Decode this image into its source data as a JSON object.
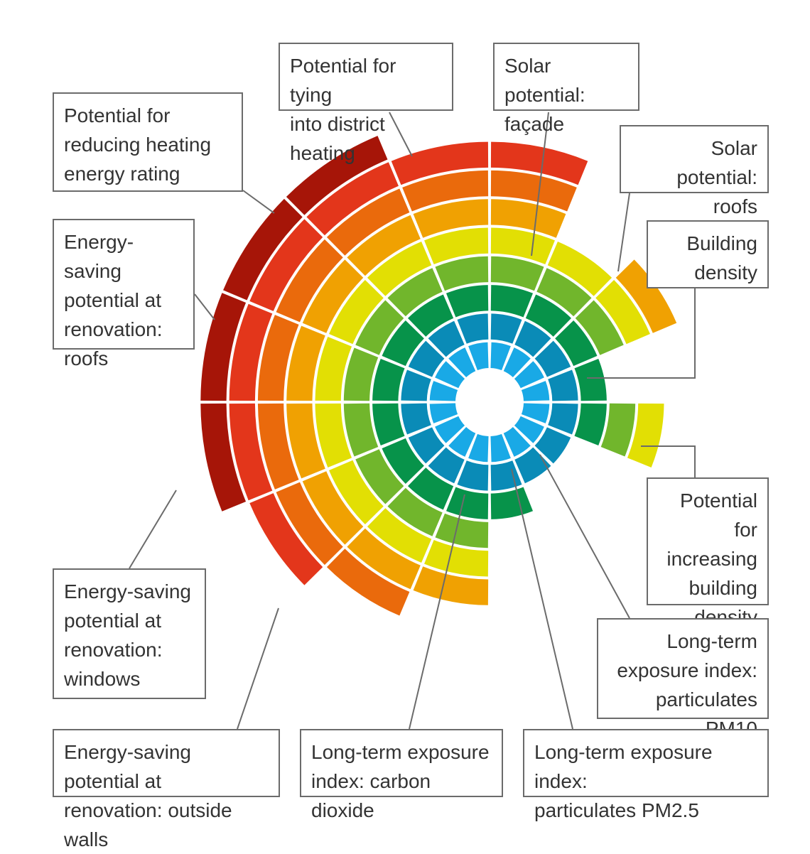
{
  "labels": {
    "district_heating": "Potential for tying\ninto district heating",
    "solar_facade": "Solar potential:\nfaçade",
    "solar_roofs": "Solar potential:\nroofs",
    "building_density": "Building\ndensity",
    "increasing_density": "Potential for\nincreasing\nbuilding\ndensity",
    "pm10": "Long-term\nexposure index:\nparticulates PM10",
    "pm25": "Long-term exposure index:\nparticulates PM2.5",
    "co2": "Long-term exposure\nindex: carbon dioxide",
    "outside_walls": "Energy-saving potential at\nrenovation: outside walls",
    "windows": "Energy-saving\npotential at\nrenovation:\nwindows",
    "roofs_renovation": "Energy-saving\npotential at\nrenovation:\nroofs",
    "heating_rating": "Potential for\nreducing heating\nenergy rating"
  },
  "colors": {
    "ring_levels": [
      "#19a9e6",
      "#0a8bb7",
      "#07934a",
      "#71b62c",
      "#e2df04",
      "#f0a102",
      "#ea6a0c",
      "#e3361b",
      "#a61508"
    ],
    "leader_line": "#6b6b6b",
    "divider": "#ffffff"
  },
  "chart_data": {
    "type": "radial-bar",
    "levels": 9,
    "sectors": [
      {
        "name": "Potential for tying into district heating",
        "value": 8
      },
      {
        "name": "Solar potential: façade",
        "value": 5
      },
      {
        "name": "Solar potential: roofs",
        "value": 6
      },
      {
        "name": "Building density",
        "value": 3
      },
      {
        "name": "Potential for increasing building density",
        "value": 5
      },
      {
        "name": "Long-term exposure index: particulates PM10",
        "value": 2
      },
      {
        "name": "Long-term exposure index: particulates PM2.5",
        "value": 2
      },
      {
        "name": "Long-term exposure index: carbon dioxide",
        "value": 3
      },
      {
        "name": "Energy-saving potential at renovation: outside walls",
        "value": 6
      },
      {
        "name": "Energy-saving potential at renovation: windows",
        "value": 7
      },
      {
        "name": "Energy-saving potential at renovation: windows",
        "value": 8
      },
      {
        "name": "Energy-saving potential at renovation: windows",
        "value": 9
      },
      {
        "name": "Energy-saving potential at renovation: roofs",
        "value": 9
      },
      {
        "name": "Energy-saving potential at renovation: roofs",
        "value": 9
      },
      {
        "name": "Potential for reducing heating energy rating",
        "value": 9
      },
      {
        "name": "Potential for tying into district heating",
        "value": 8
      }
    ]
  }
}
